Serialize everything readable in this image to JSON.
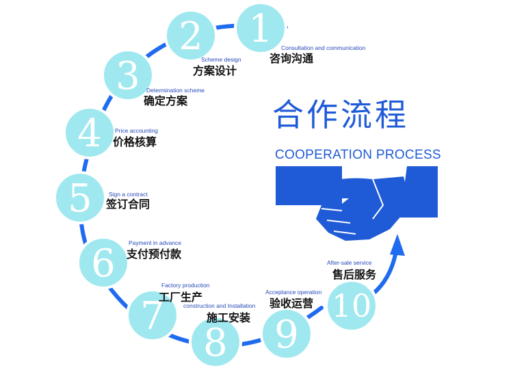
{
  "title": {
    "zh": "合作流程",
    "en": "COOPERATION PROCESS"
  },
  "colors": {
    "ring": "#1f6bf0",
    "circle_fill": "#9fe8ef",
    "circle_border": "#ffffff",
    "number": "#ffffff",
    "accent": "#1f5bd6",
    "caption_en": "#2448b8"
  },
  "icons": {
    "handshake": "handshake-icon",
    "arrow": "arrow-up-icon"
  },
  "steps": [
    {
      "number": "1",
      "en": "Consultation and communication",
      "zh": "咨询沟通"
    },
    {
      "number": "2",
      "en": "Scheme design",
      "zh": "方案设计"
    },
    {
      "number": "3",
      "en": "Determination scheme",
      "zh": "确定方案"
    },
    {
      "number": "4",
      "en": "Price accounting",
      "zh": "价格核算"
    },
    {
      "number": "5",
      "en": "Sign a contract",
      "zh": "签订合同"
    },
    {
      "number": "6",
      "en": "Payment in advance",
      "zh": "支付预付款"
    },
    {
      "number": "7",
      "en": "Factory production",
      "zh": "工厂生产"
    },
    {
      "number": "8",
      "en": "construction and Installation",
      "zh": "施工安装"
    },
    {
      "number": "9",
      "en": "Acceptance operation",
      "zh": "验收运营"
    },
    {
      "number": "10",
      "en": "After-sale service",
      "zh": "售后服务"
    }
  ]
}
